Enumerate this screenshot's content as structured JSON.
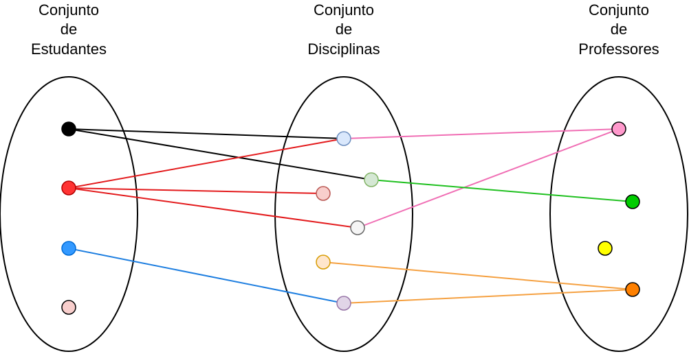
{
  "sets": [
    {
      "id": "estudantes",
      "title_lines": [
        "Conjunto",
        "de",
        "Estudantes"
      ]
    },
    {
      "id": "disciplinas",
      "title_lines": [
        "Conjunto",
        "de",
        "Disciplinas"
      ]
    },
    {
      "id": "professores",
      "title_lines": [
        "Conjunto",
        "de",
        "Professores"
      ]
    }
  ],
  "nodes": [
    {
      "id": "s1",
      "set": "estudantes",
      "fill": "#000000",
      "stroke": "#000000"
    },
    {
      "id": "s2",
      "set": "estudantes",
      "fill": "#ff3333",
      "stroke": "#b20000"
    },
    {
      "id": "s3",
      "set": "estudantes",
      "fill": "#3399ff",
      "stroke": "#006bd6"
    },
    {
      "id": "s4",
      "set": "estudantes",
      "fill": "#f8cecc",
      "stroke": "#000000"
    },
    {
      "id": "d1",
      "set": "disciplinas",
      "fill": "#dae8fc",
      "stroke": "#6c8ebf"
    },
    {
      "id": "d2",
      "set": "disciplinas",
      "fill": "#d5e8d4",
      "stroke": "#82b366"
    },
    {
      "id": "d3",
      "set": "disciplinas",
      "fill": "#f8cecc",
      "stroke": "#b85450"
    },
    {
      "id": "d4",
      "set": "disciplinas",
      "fill": "#f5f5f5",
      "stroke": "#666666"
    },
    {
      "id": "d5",
      "set": "disciplinas",
      "fill": "#ffe6cc",
      "stroke": "#d79b00"
    },
    {
      "id": "d6",
      "set": "disciplinas",
      "fill": "#e1d5e7",
      "stroke": "#9673a6"
    },
    {
      "id": "p1",
      "set": "professores",
      "fill": "#ff99cc",
      "stroke": "#000000"
    },
    {
      "id": "p2",
      "set": "professores",
      "fill": "#00cc00",
      "stroke": "#000000"
    },
    {
      "id": "p3",
      "set": "professores",
      "fill": "#ffff00",
      "stroke": "#000000"
    },
    {
      "id": "p4",
      "set": "professores",
      "fill": "#ff8000",
      "stroke": "#000000"
    }
  ],
  "edges": [
    {
      "from": "s1",
      "to": "d1",
      "color": "#000000"
    },
    {
      "from": "s1",
      "to": "d2",
      "color": "#000000"
    },
    {
      "from": "s2",
      "to": "d1",
      "color": "#e31a1c"
    },
    {
      "from": "s2",
      "to": "d3",
      "color": "#e31a1c"
    },
    {
      "from": "s2",
      "to": "d4",
      "color": "#e31a1c"
    },
    {
      "from": "s3",
      "to": "d6",
      "color": "#1d7ee0"
    },
    {
      "from": "d1",
      "to": "p1",
      "color": "#f06eb4"
    },
    {
      "from": "d4",
      "to": "p1",
      "color": "#f06eb4"
    },
    {
      "from": "d2",
      "to": "p2",
      "color": "#1fc01f"
    },
    {
      "from": "d5",
      "to": "p4",
      "color": "#f5a040"
    },
    {
      "from": "d6",
      "to": "p4",
      "color": "#f5a040"
    }
  ]
}
